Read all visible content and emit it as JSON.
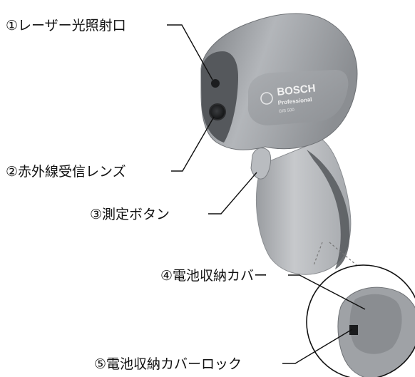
{
  "labels": [
    {
      "text": "①レーザー光照射口"
    },
    {
      "text": "②赤外線受信レンズ"
    },
    {
      "text": "③測定ボタン"
    },
    {
      "text": "④電池収納カバー"
    },
    {
      "text": "⑤電池収納カバーロック"
    }
  ],
  "product": {
    "brand": "BOSCH",
    "line": "Professional",
    "model": "GIS 500"
  }
}
